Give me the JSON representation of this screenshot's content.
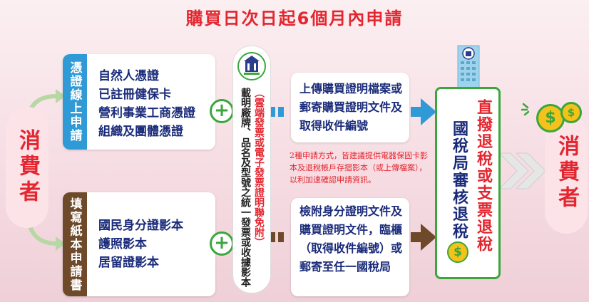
{
  "title": "購買日次日起6個月內申請",
  "consumer_left": "消費者",
  "consumer_right": "消費者",
  "voucher": {
    "tab_label": "憑證線上申請",
    "items": [
      "自然人憑證",
      "已註冊健保卡",
      "營利事業工商憑證",
      "組織及團體憑證"
    ]
  },
  "paper": {
    "tab_label": "填寫紙本申請書",
    "items": [
      "國民身分證影本",
      "護照影本",
      "居留證影本"
    ]
  },
  "middle": {
    "invoice_note": "（雲端發票或電子發票證明聯免附）",
    "detail_note": "載明廠牌、品名及型號之統一發票或收據影本"
  },
  "steps": {
    "upload": "上傳購買證明檔案或郵寄購買證明文件及取得收件編號",
    "counter": "檢附身分證明文件及購買證明文件，臨櫃（取得收件編號）或郵寄至任一國稅局"
  },
  "note": "2種申請方式，皆建議提供電器保固卡影本及退稅帳戶存摺影本（或上傳檔案），以利加速確認申請資訊。",
  "tax_bureau": {
    "review": "國稅局審核退稅",
    "refund": "直撥退稅或支票退稅",
    "coin_symbol": "$"
  },
  "colors": {
    "red": "#e3262f",
    "blue": "#2f9ad6",
    "brown": "#6e4a2a",
    "green": "#3aa63c",
    "navy": "#1a2b7a"
  }
}
